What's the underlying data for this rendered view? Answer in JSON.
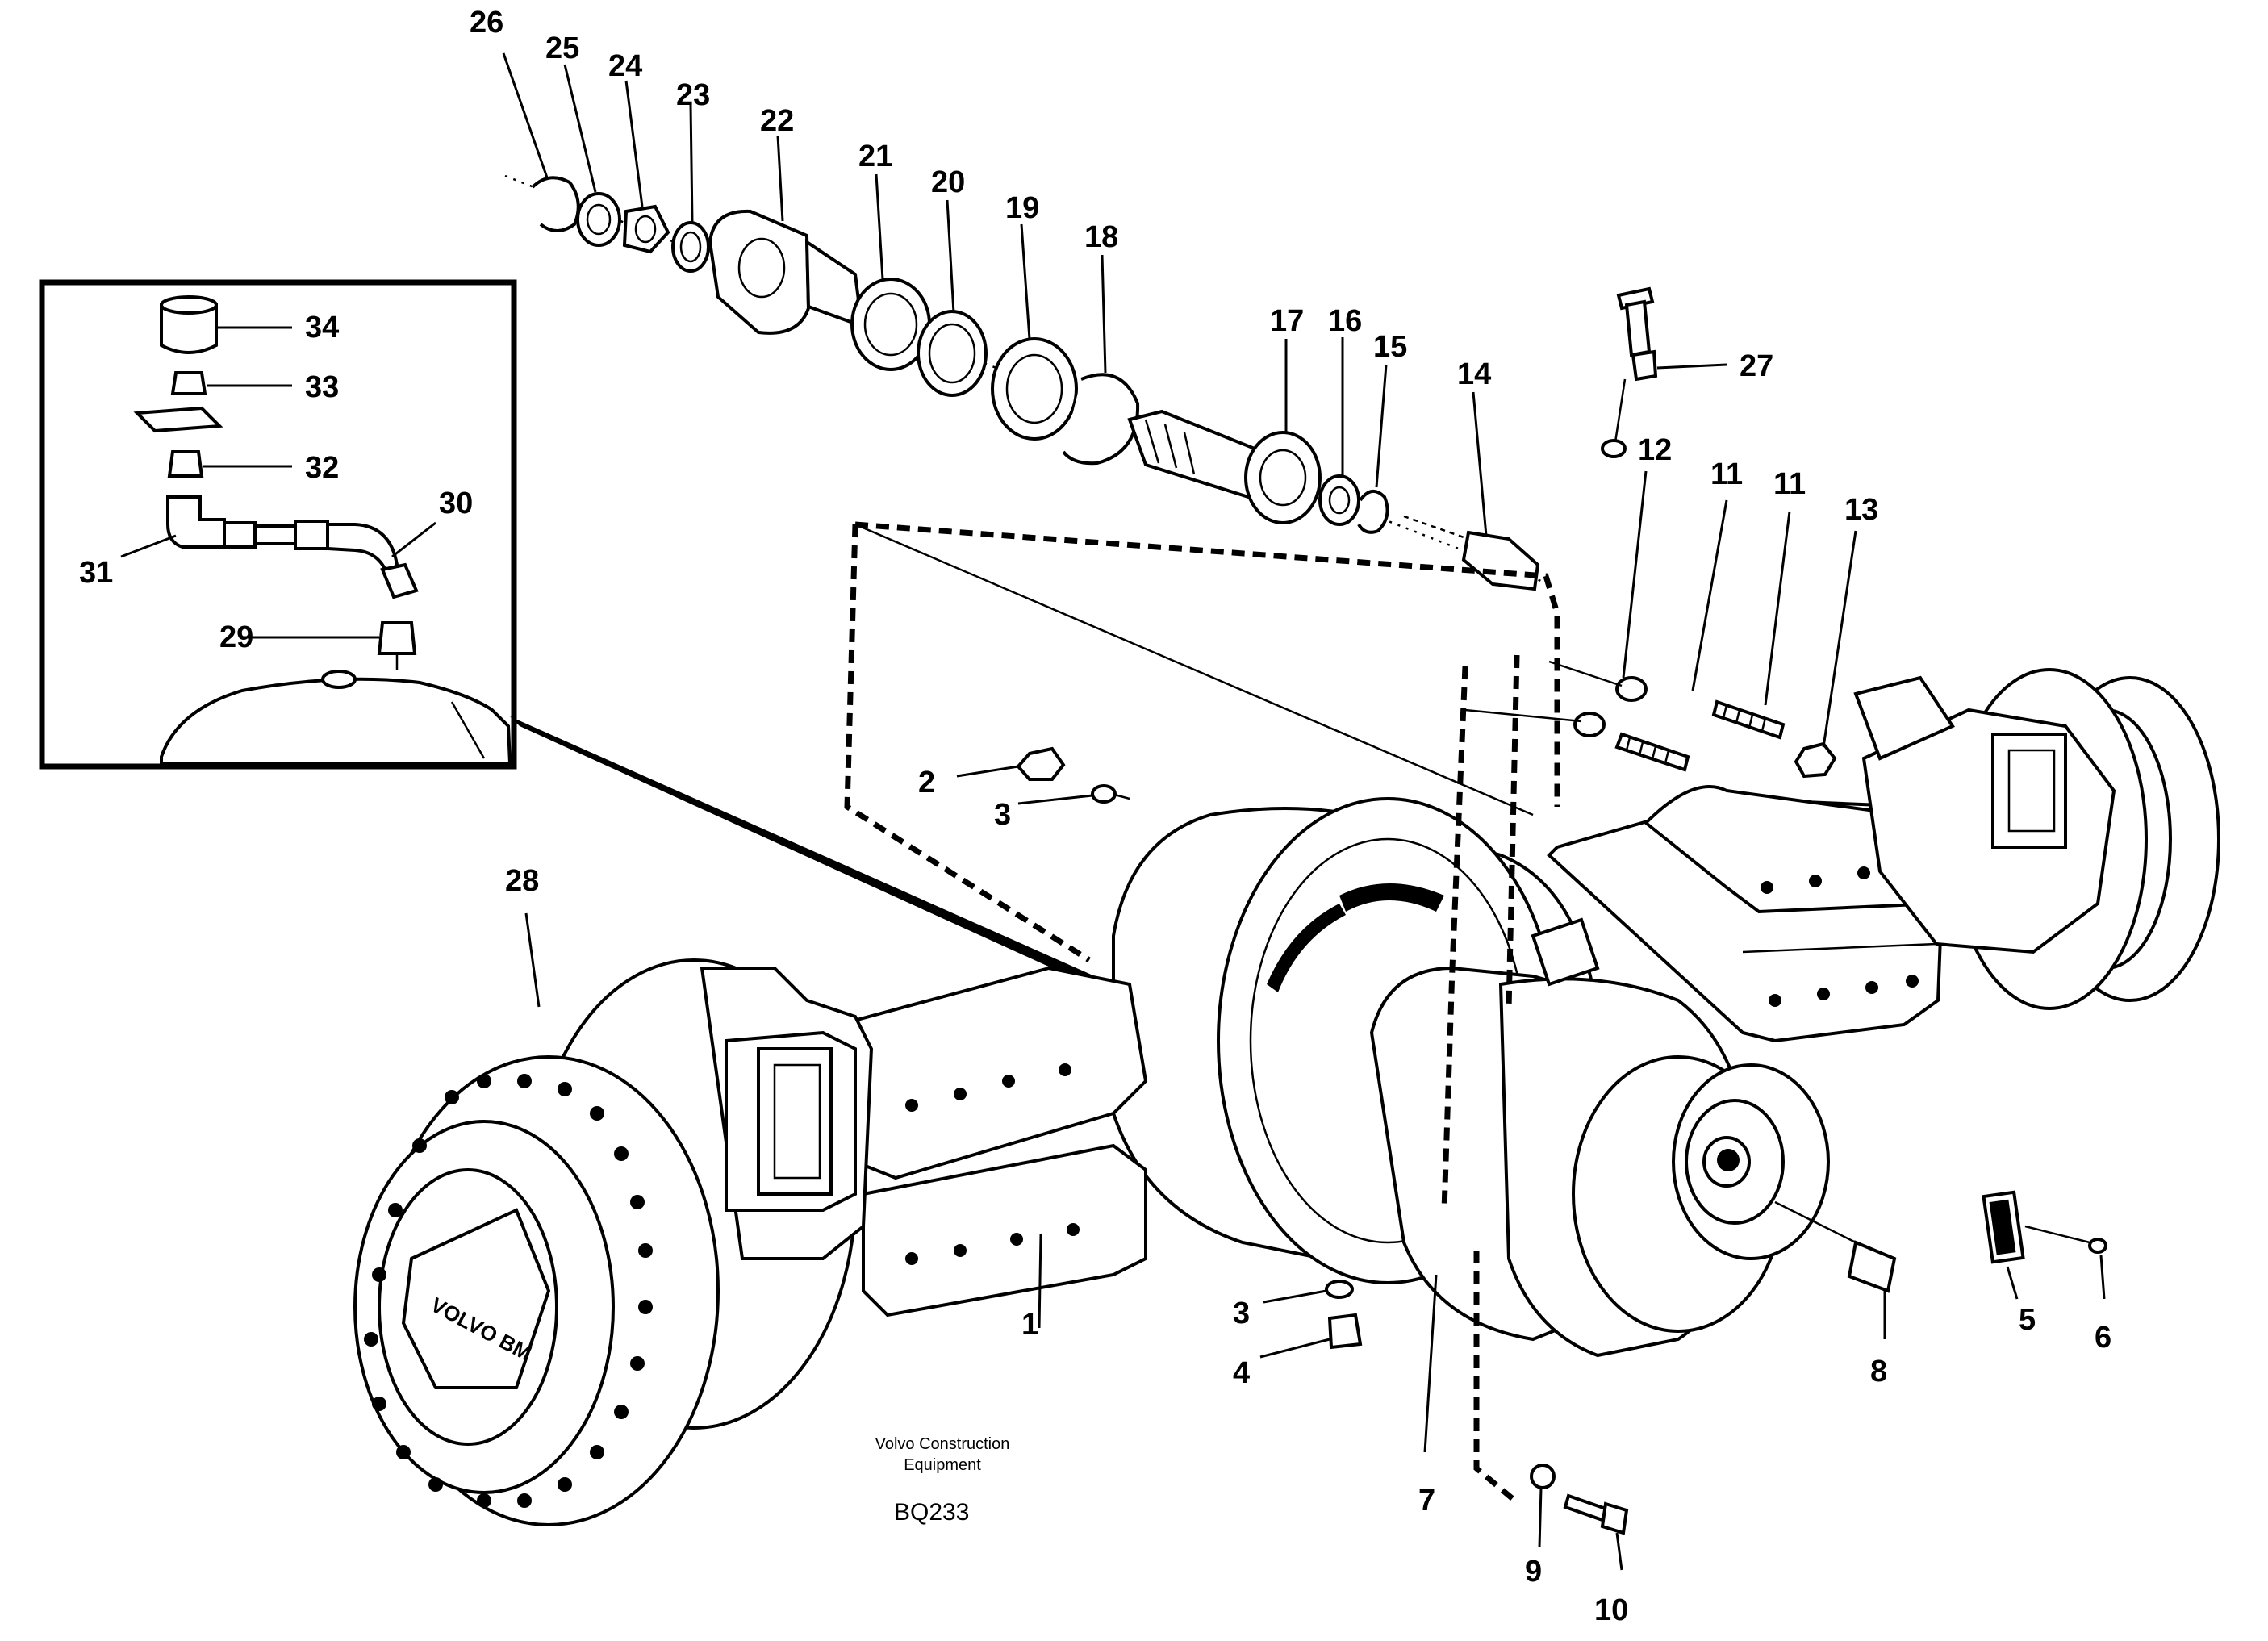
{
  "diagram": {
    "credit_line1": "Volvo Construction",
    "credit_line2": "Equipment",
    "code": "BQ233",
    "hub_brand": "VOLVO BM"
  },
  "callouts": [
    {
      "id": "c1",
      "label": "1"
    },
    {
      "id": "c2",
      "label": "2"
    },
    {
      "id": "c3a",
      "label": "3"
    },
    {
      "id": "c3b",
      "label": "3"
    },
    {
      "id": "c4",
      "label": "4"
    },
    {
      "id": "c5",
      "label": "5"
    },
    {
      "id": "c6",
      "label": "6"
    },
    {
      "id": "c7",
      "label": "7"
    },
    {
      "id": "c8",
      "label": "8"
    },
    {
      "id": "c9",
      "label": "9"
    },
    {
      "id": "c10",
      "label": "10"
    },
    {
      "id": "c11a",
      "label": "11"
    },
    {
      "id": "c11b",
      "label": "11"
    },
    {
      "id": "c12",
      "label": "12"
    },
    {
      "id": "c13",
      "label": "13"
    },
    {
      "id": "c14",
      "label": "14"
    },
    {
      "id": "c15",
      "label": "15"
    },
    {
      "id": "c16",
      "label": "16"
    },
    {
      "id": "c17",
      "label": "17"
    },
    {
      "id": "c18",
      "label": "18"
    },
    {
      "id": "c19",
      "label": "19"
    },
    {
      "id": "c20",
      "label": "20"
    },
    {
      "id": "c21",
      "label": "21"
    },
    {
      "id": "c22",
      "label": "22"
    },
    {
      "id": "c23",
      "label": "23"
    },
    {
      "id": "c24",
      "label": "24"
    },
    {
      "id": "c25",
      "label": "25"
    },
    {
      "id": "c26",
      "label": "26"
    },
    {
      "id": "c27",
      "label": "27"
    },
    {
      "id": "c28",
      "label": "28"
    },
    {
      "id": "c29",
      "label": "29"
    },
    {
      "id": "c30",
      "label": "30"
    },
    {
      "id": "c31",
      "label": "31"
    },
    {
      "id": "c32",
      "label": "32"
    },
    {
      "id": "c33",
      "label": "33"
    },
    {
      "id": "c34",
      "label": "34"
    }
  ]
}
